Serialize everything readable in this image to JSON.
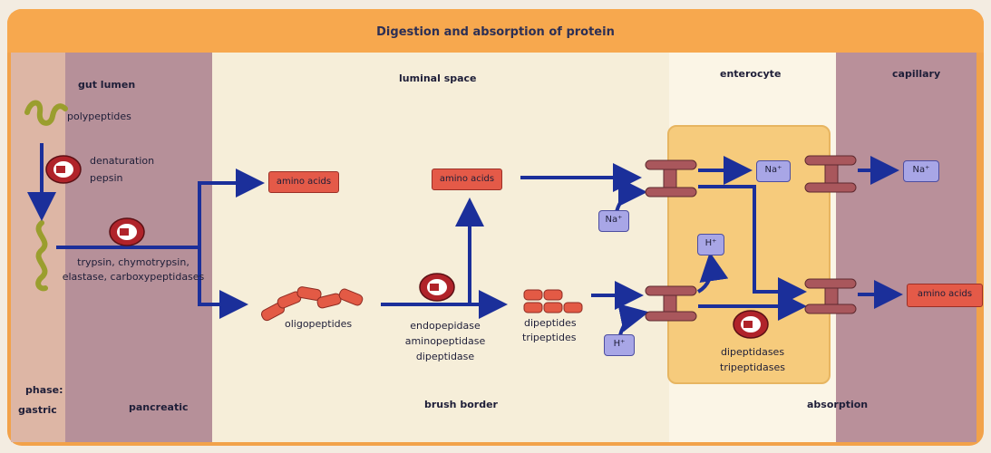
{
  "title": "Digestion and absorption of protein",
  "zones": {
    "gut_lumen": "gut lumen",
    "luminal_space": "luminal space",
    "enterocyte": "enterocyte",
    "capillary": "capillary"
  },
  "phases": {
    "phase": "phase:",
    "gastric": "gastric",
    "pancreatic": "pancreatic",
    "brush_border": "brush border",
    "absorption": "absorption"
  },
  "labels": {
    "polypeptides": "polypeptides",
    "denaturation": "denaturation",
    "pepsin": "pepsin",
    "pancreatic_enzymes": "trypsin, chymotrypsin, elastase, carboxypeptidases",
    "oligopeptides": "oligopeptides",
    "brush_enzymes": "endopepidase aminopeptidase dipeptidase",
    "dipeptides": "dipeptides",
    "tripeptides": "tripeptides",
    "entero_enzymes": "dipeptidases tripeptidases"
  },
  "boxes": {
    "amino_acids_1": "amino acids",
    "amino_acids_2": "amino acids",
    "amino_acids_3": "amino acids"
  },
  "ions": {
    "na_lumen": "Na⁺",
    "h_lumen": "H⁺",
    "na_cell": "Na⁺",
    "h_cell": "H⁺",
    "na_capillary": "Na⁺"
  },
  "colors": {
    "arrow": "#1b2f9a",
    "enzyme": "#b0232a",
    "amino_box": "#e45a48",
    "ion": "#a8a6e6",
    "transporter": "#a9575c",
    "peptide": "#e35a45",
    "title_bar": "#f7a84e"
  }
}
